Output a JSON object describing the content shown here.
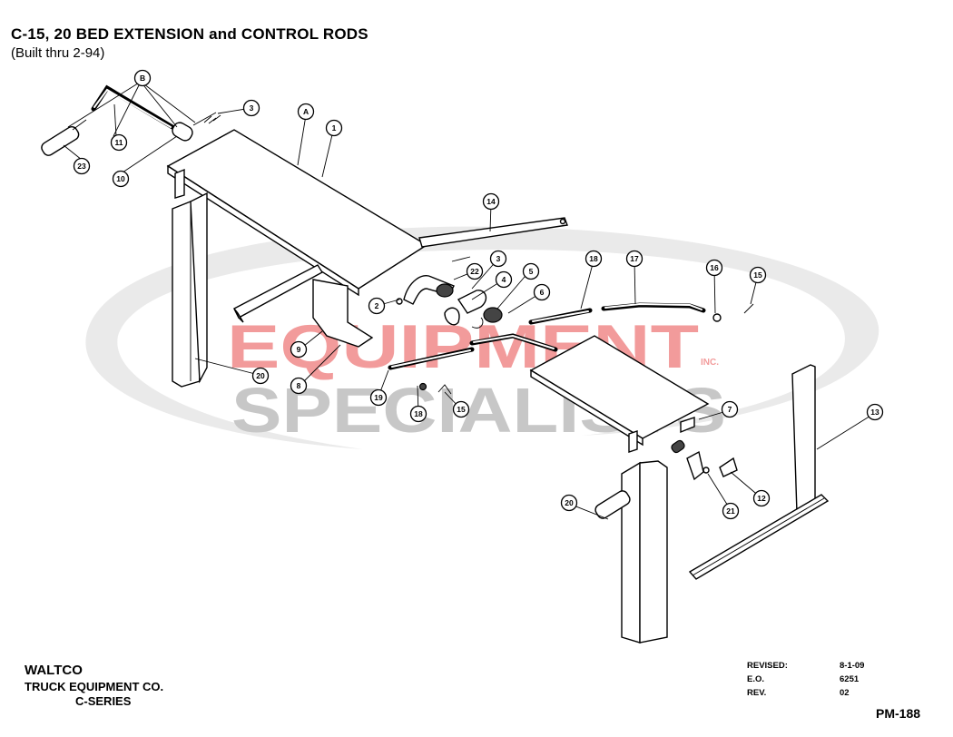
{
  "header": {
    "title": "C-15, 20 BED EXTENSION and CONTROL RODS",
    "subtitle": "(Built thru 2-94)"
  },
  "watermark": {
    "line1": "EQUIPMENT",
    "line2": "SPECIALISTS",
    "small": "INC.",
    "colors": {
      "red": "#e84a4a",
      "gray": "#9a9a9a",
      "swoosh": "#d9d9d9"
    }
  },
  "callouts": [
    "B",
    "A",
    "1",
    "3",
    "11",
    "10",
    "23",
    "14",
    "22",
    "3",
    "4",
    "5",
    "6",
    "2",
    "9",
    "8",
    "20",
    "19",
    "18",
    "15",
    "18",
    "17",
    "16",
    "15",
    "7",
    "13",
    "20",
    "21",
    "12"
  ],
  "footer": {
    "brand": "WALTCO",
    "company": "TRUCK EQUIPMENT CO.",
    "series": "C-SERIES"
  },
  "revision": {
    "rows": [
      {
        "label": "REVISED:",
        "value": "8-1-09"
      },
      {
        "label": "E.O.",
        "value": "6251"
      },
      {
        "label": "REV.",
        "value": "02"
      }
    ]
  },
  "page_number": "PM-188"
}
